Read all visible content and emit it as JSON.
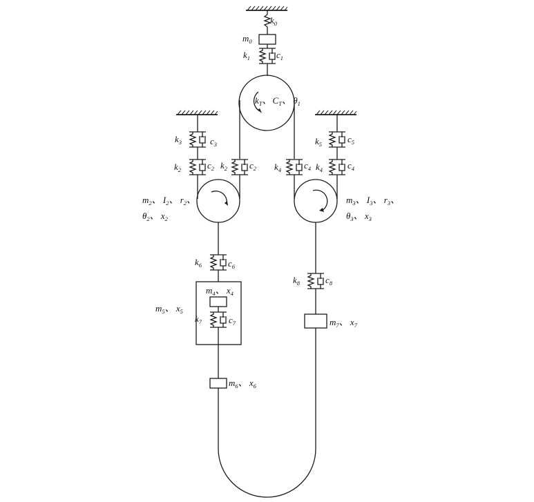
{
  "labels": {
    "k0": {
      "t": [
        [
          "k",
          "0"
        ]
      ]
    },
    "m0": {
      "t": [
        [
          "m",
          "0"
        ]
      ]
    },
    "k1": {
      "t": [
        [
          "k",
          "1"
        ]
      ]
    },
    "c1": {
      "t": [
        [
          "c",
          "1"
        ]
      ]
    },
    "main_pulley": {
      "t": [
        [
          "k",
          "T"
        ],
        [
          "、",
          ""
        ],
        [
          "C",
          "T"
        ],
        [
          "、 θ",
          "1"
        ]
      ]
    },
    "k3": {
      "t": [
        [
          "k",
          "3"
        ]
      ]
    },
    "c3": {
      "t": [
        [
          "c",
          "3"
        ]
      ]
    },
    "k2a": {
      "t": [
        [
          "k",
          "2"
        ]
      ]
    },
    "c2a": {
      "t": [
        [
          "c",
          "2"
        ]
      ]
    },
    "k2b": {
      "t": [
        [
          "k",
          "2"
        ]
      ]
    },
    "c2b": {
      "t": [
        [
          "c",
          "2"
        ]
      ]
    },
    "k4a": {
      "t": [
        [
          "k",
          "4"
        ]
      ]
    },
    "c4a": {
      "t": [
        [
          "c",
          "4"
        ]
      ]
    },
    "k4b": {
      "t": [
        [
          "k",
          "4"
        ]
      ]
    },
    "c4b": {
      "t": [
        [
          "c",
          "4"
        ]
      ]
    },
    "k5": {
      "t": [
        [
          "k",
          "5"
        ]
      ]
    },
    "c5": {
      "t": [
        [
          "c",
          "5"
        ]
      ]
    },
    "left_pulley_1": {
      "t": [
        [
          "m",
          "2"
        ],
        [
          "、 I",
          "2"
        ],
        [
          "、 r",
          "2"
        ],
        [
          "、",
          ""
        ]
      ]
    },
    "left_pulley_2": {
      "t": [
        [
          "θ",
          "2"
        ],
        [
          "、 x",
          "2"
        ]
      ]
    },
    "right_pulley_1": {
      "t": [
        [
          "m",
          "3"
        ],
        [
          "、 I",
          "3"
        ],
        [
          "、 r",
          "3"
        ],
        [
          "、",
          ""
        ]
      ]
    },
    "right_pulley_2": {
      "t": [
        [
          "θ",
          "3"
        ],
        [
          "、 x",
          "3"
        ]
      ]
    },
    "k6": {
      "t": [
        [
          "k",
          "6"
        ]
      ]
    },
    "c6": {
      "t": [
        [
          "c",
          "6"
        ]
      ]
    },
    "m4x4": {
      "t": [
        [
          "m",
          "4"
        ],
        [
          "、 x",
          "4"
        ]
      ]
    },
    "m5x5": {
      "t": [
        [
          "m",
          "5"
        ],
        [
          "、 x",
          "5"
        ]
      ]
    },
    "k7": {
      "t": [
        [
          "k",
          "7"
        ]
      ]
    },
    "c7": {
      "t": [
        [
          "c",
          "7"
        ]
      ]
    },
    "k8": {
      "t": [
        [
          "k",
          "8"
        ]
      ]
    },
    "c8": {
      "t": [
        [
          "c",
          "8"
        ]
      ]
    },
    "m7x7": {
      "t": [
        [
          "m",
          "7"
        ],
        [
          "、 x",
          "7"
        ]
      ]
    },
    "m6x6": {
      "t": [
        [
          "m",
          "6"
        ],
        [
          "、 x",
          "6"
        ]
      ]
    }
  }
}
